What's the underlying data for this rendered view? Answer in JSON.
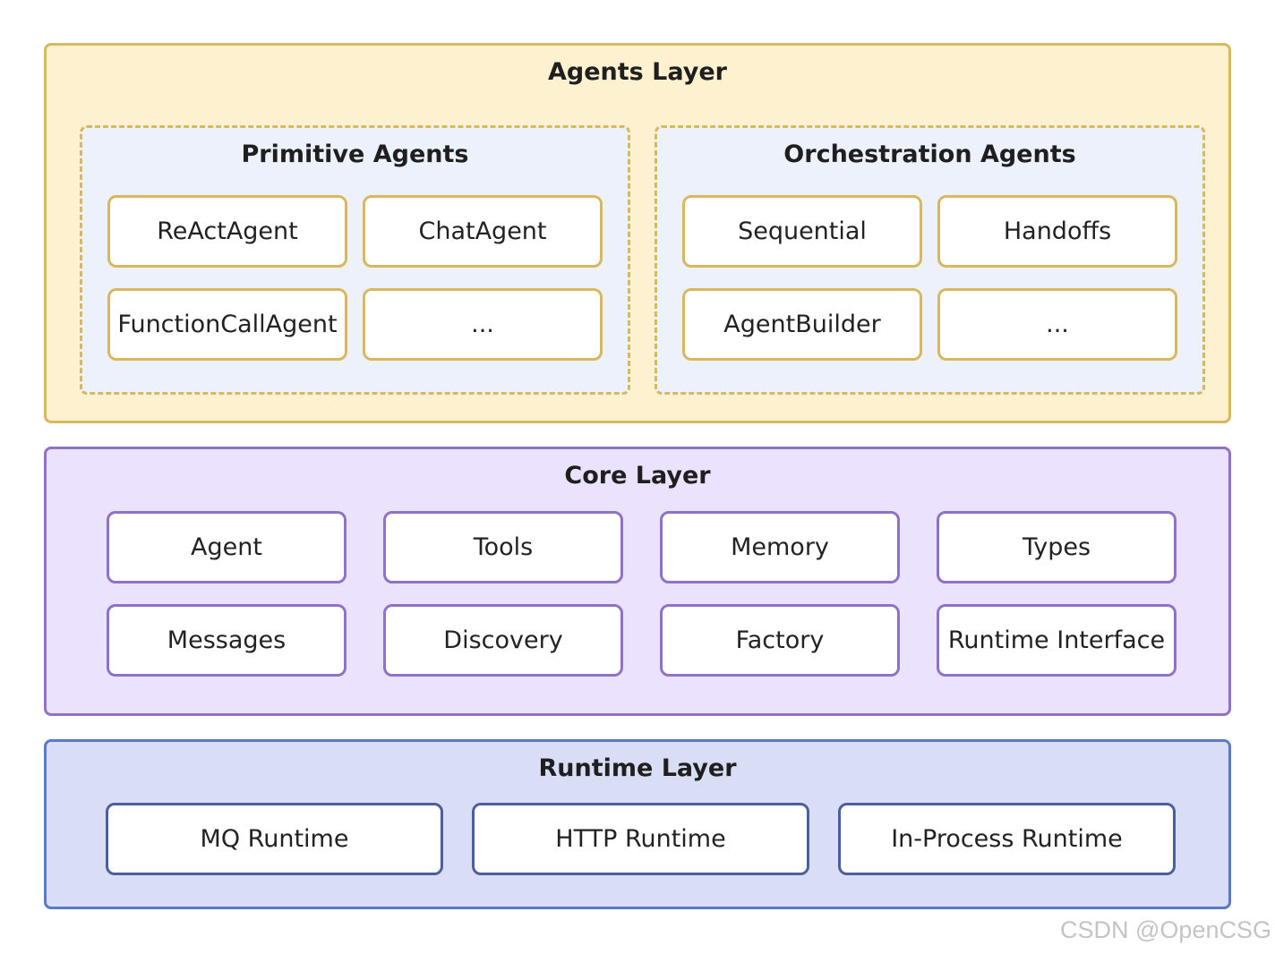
{
  "agents_layer": {
    "title": "Agents Layer",
    "primitive": {
      "title": "Primitive Agents",
      "items": [
        "ReActAgent",
        "ChatAgent",
        "FunctionCallAgent",
        "..."
      ]
    },
    "orchestration": {
      "title": "Orchestration Agents",
      "items": [
        "Sequential",
        "Handoffs",
        "AgentBuilder",
        "..."
      ]
    }
  },
  "core_layer": {
    "title": "Core Layer",
    "items": [
      "Agent",
      "Tools",
      "Memory",
      "Types",
      "Messages",
      "Discovery",
      "Factory",
      "Runtime Interface"
    ]
  },
  "runtime_layer": {
    "title": "Runtime Layer",
    "items": [
      "MQ Runtime",
      "HTTP Runtime",
      "In-Process Runtime"
    ]
  },
  "watermark": "CSDN @OpenCSG",
  "colors": {
    "agents_bg": "#fdf1cf",
    "agents_border": "#d8b85c",
    "core_bg": "#ebe3fd",
    "core_border": "#8e72c8",
    "runtime_bg": "#d9def6",
    "runtime_border": "#5a7ac6"
  }
}
